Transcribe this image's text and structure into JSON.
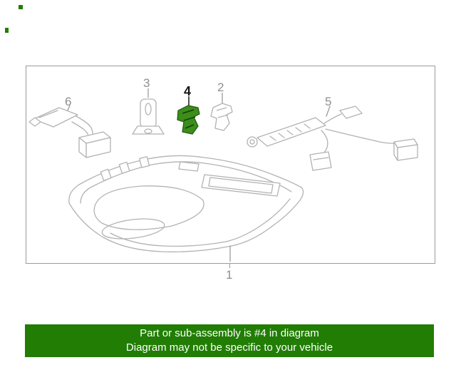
{
  "diagram": {
    "frame_border_color": "#9b9b9b",
    "line_color": "#b2b2b2",
    "highlight_color": "#3c8d1c",
    "callouts": {
      "1": "1",
      "2": "2",
      "3": "3",
      "4": "4",
      "5": "5",
      "6": "6"
    },
    "highlighted_callout": "4"
  },
  "banner": {
    "background_color": "#217d04",
    "text_color": "#ffffff",
    "line1": "Part or sub-assembly is #4 in diagram",
    "line2": "Diagram may not be specific to your vehicle"
  }
}
